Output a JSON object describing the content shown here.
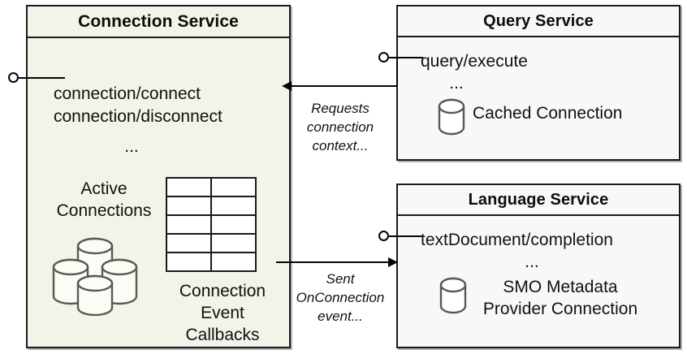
{
  "diagram": {
    "type": "component-architecture",
    "background_color": "#ffffff",
    "line_color": "#050505"
  },
  "services": {
    "connection": {
      "title": "Connection Service",
      "fill_color": "#f1f4e8",
      "border_color": "#1a1a1a",
      "api_endpoints": [
        "connection/connect",
        "connection/disconnect"
      ],
      "ellipsis": "...",
      "resources": [
        {
          "icon": "database-cylinder-stack-icon",
          "label_line_1": "Active",
          "label_line_2": "Connections"
        },
        {
          "icon": "table-grid-icon",
          "label_line_1": "Connection",
          "label_line_2": "Event",
          "label_line_3": "Callbacks",
          "grid_rows": 5,
          "grid_columns": 2
        }
      ],
      "provided_interface": "lollipop-interface"
    },
    "query": {
      "title": "Query Service",
      "fill_color": "#f7f8fa",
      "border_color": "#1a1a1a",
      "api_endpoints": [
        "query/execute"
      ],
      "ellipsis": "...",
      "resources": [
        {
          "icon": "database-cylinder-icon",
          "label": "Cached Connection"
        }
      ],
      "provided_interface": "lollipop-interface"
    },
    "language": {
      "title": "Language Service",
      "fill_color": "#f7f8fa",
      "border_color": "#1a1a1a",
      "api_endpoints": [
        "textDocument/completion"
      ],
      "ellipsis": "...",
      "resources": [
        {
          "icon": "database-cylinder-icon",
          "label_line_1": "SMO Metadata",
          "label_line_2": "Provider Connection"
        }
      ],
      "provided_interface": "lollipop-interface"
    }
  },
  "connectors": [
    {
      "id": "query-to-connection",
      "from": "Query Service",
      "to": "Connection Service",
      "direction": "left",
      "label_line_1": "Requests",
      "label_line_2": "connection",
      "label_line_3": "context..."
    },
    {
      "id": "connection-to-language",
      "from": "Connection Service",
      "to": "Language Service",
      "direction": "right",
      "label_line_1": "Sent",
      "label_line_2": "OnConnection",
      "label_line_3": "event..."
    }
  ]
}
